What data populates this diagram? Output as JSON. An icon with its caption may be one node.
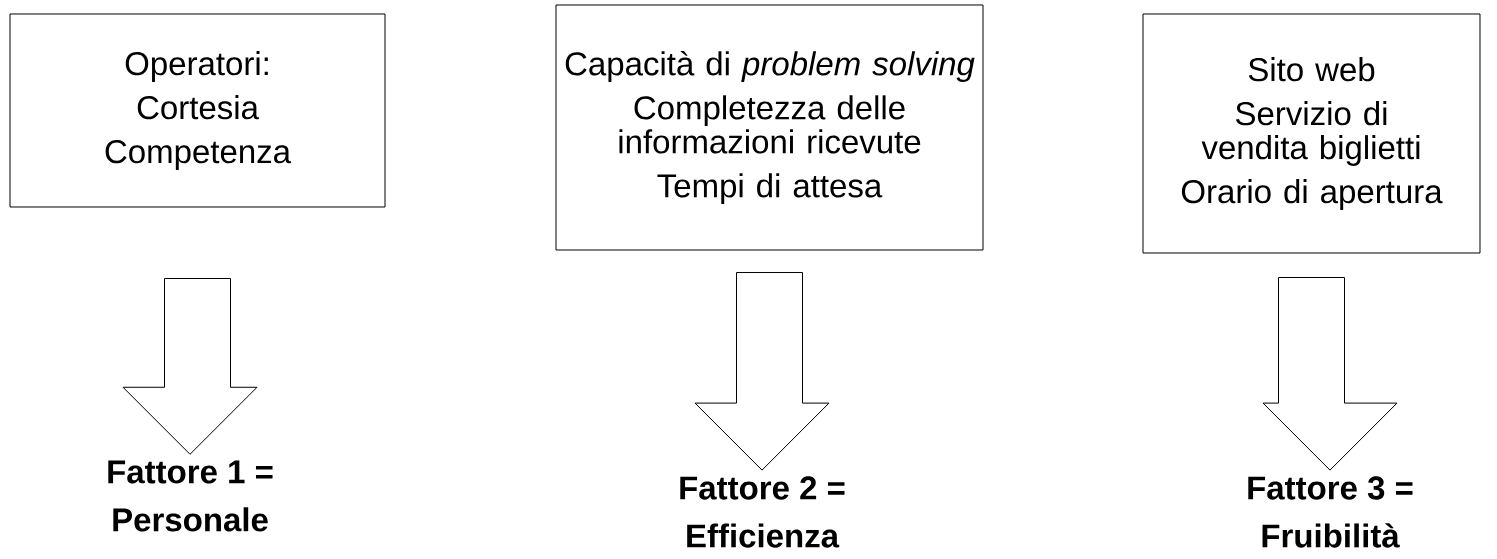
{
  "diagram": {
    "nodes": [
      {
        "text": [
          "Operatori:",
          "Cortesia",
          "Competenza"
        ]
      },
      {
        "text": [
          "Capacità di *problem solving*",
          "Completezza delle informazioni ricevute",
          "Tempi di attesa"
        ]
      },
      {
        "text": [
          "Sito web",
          "Servizio di vendita biglietti",
          "Orario di apertura"
        ]
      },
      {
        "text": [
          "Fattore 1 =",
          "Personale"
        ]
      },
      {
        "text": [
          "Fattore 2 =",
          "Efficienza"
        ]
      },
      {
        "text": [
          "Fattore 3 =",
          "Fruibilità"
        ]
      }
    ],
    "edges": [
      {
        "from": 0,
        "to": 3,
        "arrow": "to"
      },
      {
        "from": 1,
        "to": 4,
        "arrow": "to"
      },
      {
        "from": 2,
        "to": 5,
        "arrow": "to"
      }
    ]
  }
}
